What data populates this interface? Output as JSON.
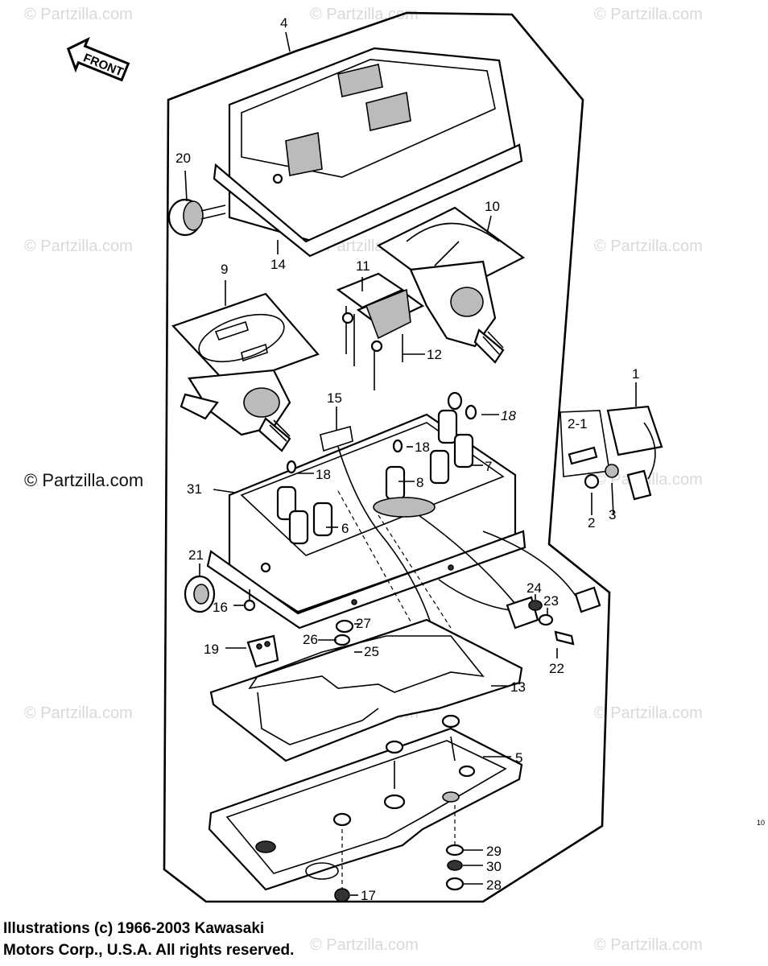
{
  "watermark": {
    "text": "© Partzilla.com",
    "dark_text": "© Partzilla.com"
  },
  "front_arrow": {
    "label": "FRONT"
  },
  "callouts": {
    "c1": "1",
    "c2_1": "2-1",
    "c2": "2",
    "c3": "3",
    "c4": "4",
    "c5": "5",
    "c6": "6",
    "c7": "7",
    "c8": "8",
    "c9": "9",
    "c10": "10",
    "c11": "11",
    "c12": "12",
    "c13": "13",
    "c14": "14",
    "c15": "15",
    "c16": "16",
    "c17": "17",
    "c18a": "18",
    "c18b": "18",
    "c18c": "18",
    "c19": "19",
    "c20": "20",
    "c21": "21",
    "c22": "22",
    "c23": "23",
    "c24": "24",
    "c25": "25",
    "c26": "26",
    "c27": "27",
    "c28": "28",
    "c29": "29",
    "c30": "30",
    "c31": "31"
  },
  "page_number": "10",
  "copyright": {
    "line1": "Illustrations (c) 1966-2003 Kawasaki",
    "line2": "Motors Corp., U.S.A.  All rights reserved."
  }
}
